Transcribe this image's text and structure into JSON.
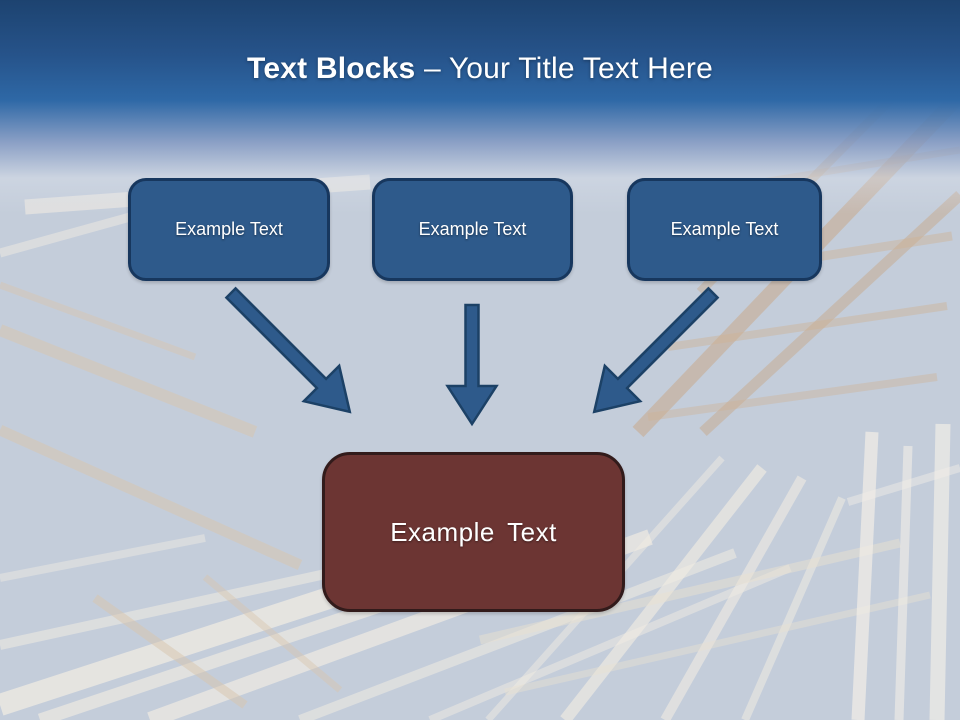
{
  "slide": {
    "title": {
      "bold": "Text Blocks",
      "rest": " – Your Title Text Here"
    },
    "top_boxes": [
      {
        "label": "Example Text"
      },
      {
        "label": "Example Text"
      },
      {
        "label": "Example Text"
      }
    ],
    "bottom_box": {
      "label": "Example Text"
    },
    "colors": {
      "header_top": "#1d4370",
      "header_mid": "#2e68a6",
      "sky": "#c4cdda",
      "block_fill": "#2e5a8b",
      "block_border": "#17375e",
      "arrow_fill": "#2e5a8b",
      "arrow_border": "#1c4166",
      "result_fill": "#6c3533",
      "result_border": "#321b1b",
      "text": "#ffffff"
    }
  }
}
